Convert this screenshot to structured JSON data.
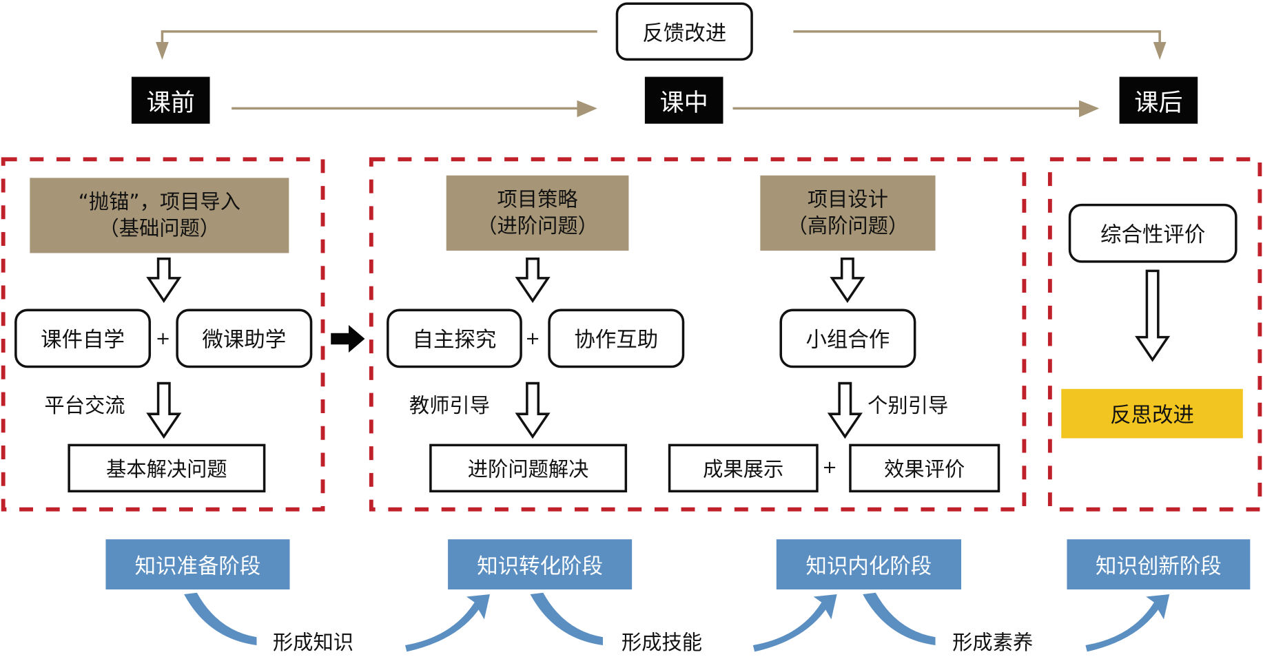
{
  "feedback": {
    "label": "反馈改进"
  },
  "phases": [
    {
      "label": "课前"
    },
    {
      "label": "课中"
    },
    {
      "label": "课后"
    }
  ],
  "colors": {
    "tan": "#a69677",
    "dashed_border": "#c0202a",
    "yellow": "#f2c520",
    "blue": "#5b8fc2",
    "arrow_blue": "#5b8fc2",
    "black": "#050505"
  },
  "pre_class": {
    "header_line1": "“抛锚”，项目导入",
    "header_line2": "（基础问题）",
    "activity_left": "课件自学",
    "plus": "+",
    "activity_right": "微课助学",
    "arrow_label": "平台交流",
    "result": "基本解决问题"
  },
  "in_class": {
    "left": {
      "header_line1": "项目策略",
      "header_line2": "（进阶问题）",
      "activity_left": "自主探究",
      "plus": "+",
      "activity_right": "协作互助",
      "arrow_label": "教师引导",
      "result": "进阶问题解决"
    },
    "right": {
      "header_line1": "项目设计",
      "header_line2": "（高阶问题）",
      "activity": "小组合作",
      "arrow_label": "个别引导",
      "result_left": "成果展示",
      "plus": "+",
      "result_right": "效果评价"
    }
  },
  "post_class": {
    "evaluation": "综合性评价",
    "improvement": "反思改进"
  },
  "stages": [
    {
      "label": "知识准备阶段"
    },
    {
      "label": "知识转化阶段"
    },
    {
      "label": "知识内化阶段"
    },
    {
      "label": "知识创新阶段"
    }
  ],
  "outcomes": [
    {
      "label": "形成知识"
    },
    {
      "label": "形成技能"
    },
    {
      "label": "形成素养"
    }
  ]
}
